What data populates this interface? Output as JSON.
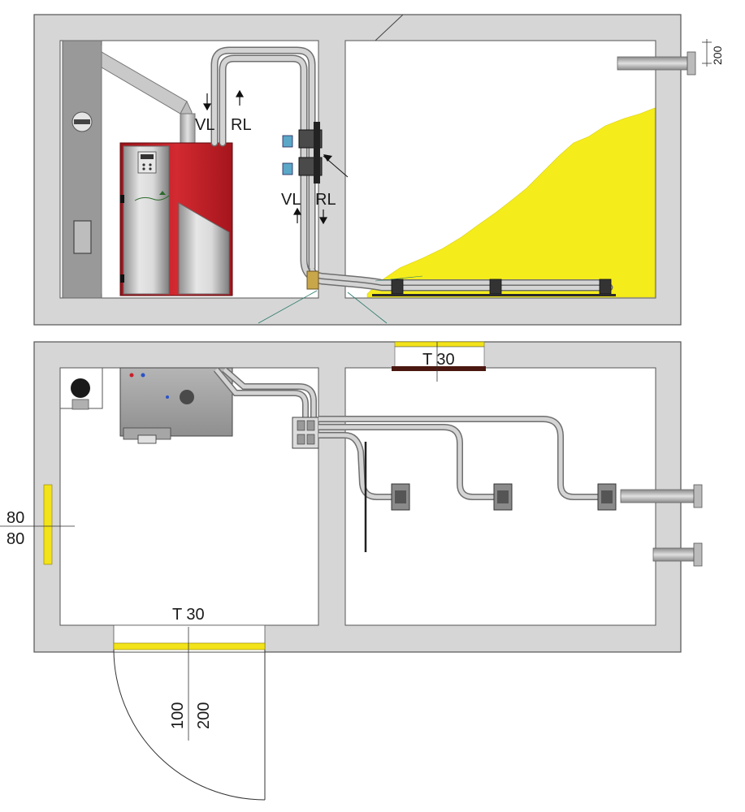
{
  "section": {
    "labels": {
      "supply_top": "VL",
      "return_top": "RL",
      "supply_bottom": "VL",
      "return_bottom": "RL",
      "pipe_height": "200"
    }
  },
  "plan": {
    "labels": {
      "door_top_rating": "T 30",
      "window_top": "80",
      "window_bottom": "80",
      "door_main_rating": "T 30",
      "door_width": "100",
      "door_height": "200"
    }
  },
  "colors": {
    "wall": "#d6d6d6",
    "pellet_fill": "#f5ec1c",
    "boiler_red": "#c8202a",
    "boiler_silver": "#c9c9c9",
    "pipe": "#9a9a9a",
    "door_marker": "#f2e31a",
    "door_frame_dark": "#4a1810"
  }
}
